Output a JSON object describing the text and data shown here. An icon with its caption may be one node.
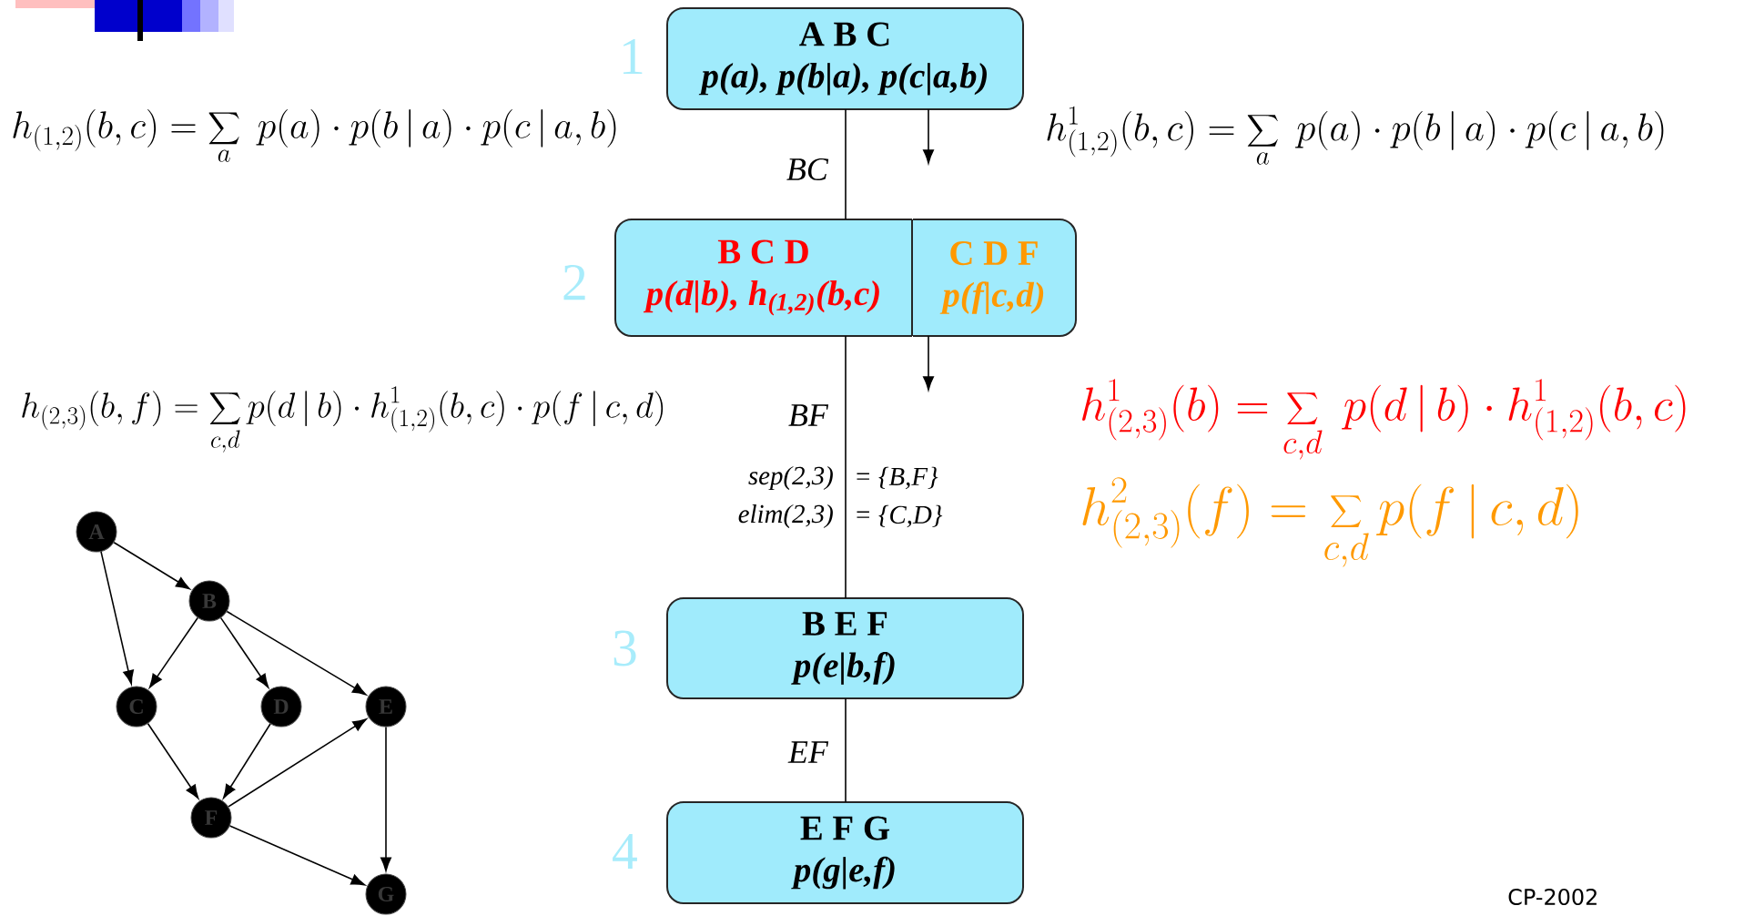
{
  "diagram": {
    "nodes": [
      {
        "text": [
          "A B C",
          "p(a), p(b|a), p(c|a,b)"
        ],
        "beside": [
          "1"
        ]
      },
      {
        "text": [
          "B C D",
          "p(d|b), h$_{(1,2)}$(b,c)"
        ],
        "beside": [
          "2"
        ]
      },
      {
        "text": [
          "C D F",
          "p(f|c,d)"
        ]
      },
      {
        "text": [
          "B E F",
          "p(e|b,f)"
        ],
        "beside": [
          "3"
        ]
      },
      {
        "text": [
          "E F G",
          "p(g|e,f)"
        ],
        "beside": [
          "4"
        ]
      },
      {
        "text": [
          "A"
        ]
      },
      {
        "text": [
          "B"
        ]
      },
      {
        "text": [
          "C"
        ]
      },
      {
        "text": [
          "D"
        ]
      },
      {
        "text": [
          "E"
        ]
      },
      {
        "text": [
          "F"
        ]
      },
      {
        "text": [
          "G"
        ]
      }
    ],
    "edges": [
      {
        "from": 0,
        "to": 1,
        "arrow": "none",
        "label": "BC"
      },
      {
        "from": 1,
        "to": 3,
        "arrow": "none",
        "label": "BF"
      },
      {
        "from": 3,
        "to": 4,
        "arrow": "none",
        "label": "EF"
      },
      {
        "from": 0,
        "to": null,
        "arrow": "to"
      },
      {
        "from": 2,
        "to": null,
        "arrow": "to"
      },
      {
        "from": 5,
        "to": 6,
        "arrow": "to"
      },
      {
        "from": 5,
        "to": 7,
        "arrow": "to"
      },
      {
        "from": 6,
        "to": 7,
        "arrow": "to"
      },
      {
        "from": 6,
        "to": 8,
        "arrow": "to"
      },
      {
        "from": 6,
        "to": 9,
        "arrow": "to"
      },
      {
        "from": 7,
        "to": 10,
        "arrow": "to"
      },
      {
        "from": 8,
        "to": 10,
        "arrow": "to"
      },
      {
        "from": 10,
        "to": 9,
        "arrow": "to"
      },
      {
        "from": 9,
        "to": 11,
        "arrow": "to"
      },
      {
        "from": 10,
        "to": 11,
        "arrow": "to"
      }
    ],
    "labels": [
      "h_{(1,2)}(b,c)=\\sum_{a}\\; p(a)\\cdot p(b\\,|\\,a)\\cdot p(c\\,|\\,a,b)",
      "h^{1}_{(1,2)}(b,c)=\\sum_{a}\\; p(a)\\cdot p(b\\,|\\,a)\\cdot p(c\\,|\\,a,b)",
      "h_{(2,3)}(b,f)=\\sum_{c,d} p(d\\,|\\,b)\\cdot h^{1}_{(1,2)}(b,c)\\cdot p(f\\,|\\,c,d)",
      "sep(2,3)",
      "= {B,F}",
      "elim(2,3)",
      "= {C,D}",
      "h^{1}_{(2,3)}(b)=\\sum_{c,d}\\; p(d\\,|\\,b)\\cdot h^{1}_{(1,2)}(b,c)",
      "h^{2}_{(2,3)}(f)=\\sum_{c,d} p(f\\,|\\,c,d)",
      "CP-2002"
    ]
  }
}
